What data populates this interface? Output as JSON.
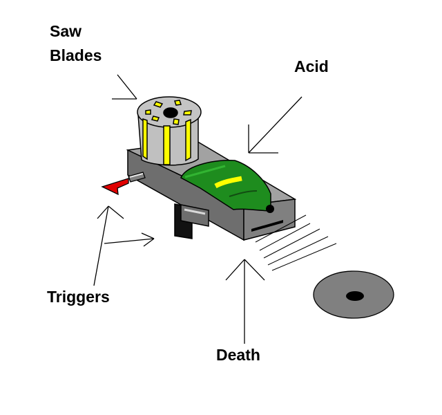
{
  "labels": {
    "saw_line1": "Saw",
    "saw_line2": "Blades",
    "acid": "Acid",
    "triggers": "Triggers",
    "death": "Death"
  },
  "colors": {
    "body_gray": "#808080",
    "blade_gray": "#c0c0c0",
    "blade_yellow": "#ffff00",
    "acid_green": "#1e8c1e",
    "trigger_red": "#e00000",
    "handle_black": "#111111",
    "disc_gray": "#808080"
  }
}
